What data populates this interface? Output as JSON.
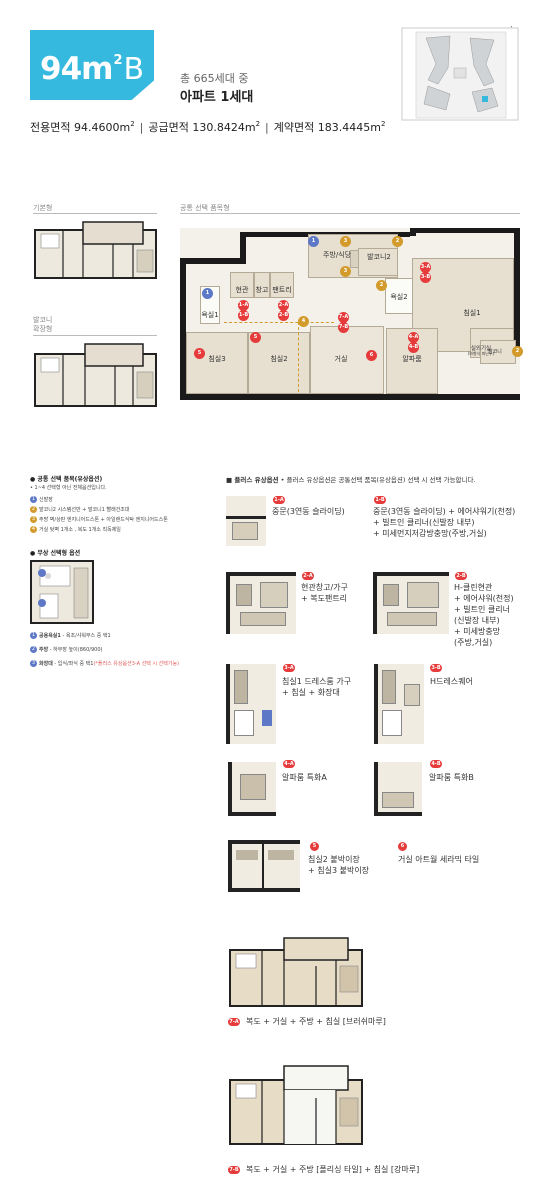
{
  "header": {
    "size_number": "94m",
    "size_sup": "2",
    "size_type": "B",
    "total_units": "총 665세대 중",
    "unit_count": "아파트 1세대",
    "areas": {
      "exclusive_label": "전용면적",
      "exclusive_value": "94.4600m",
      "supply_label": "공급면적",
      "supply_value": "130.8424m",
      "contract_label": "계약면적",
      "contract_value": "183.4445m",
      "unit_sup": "2"
    },
    "menu_icon": "i"
  },
  "sections": {
    "basic": "기본형",
    "balcony_expanded_line1": "발코니",
    "balcony_expanded_line2": "확장형",
    "common_selection": "공통 선택 품목형"
  },
  "plan": {
    "rooms": {
      "entrance": "현관",
      "storage": "창고",
      "pantry": "팬트리",
      "bath": "욕실1",
      "kitchen": "주방/식당",
      "balcony2": "발코니2",
      "bath2": "욕실2",
      "bedroom1": "침실1",
      "dress_room": "실외기실",
      "dress_room_sub": "(하향식 피난구)",
      "balcony": "발코니",
      "bedroom3": "침실3",
      "bedroom2": "침실2",
      "living": "거실",
      "alpha": "알파룸"
    },
    "markers": {
      "m1": "1",
      "m2": "2",
      "m3": "3",
      "m4": "4",
      "m1a": "1-A",
      "m1b": "1-B",
      "m2a": "2-A",
      "m2b": "2-B",
      "m3a": "3-A",
      "m3b": "3-B",
      "m4a": "4-A",
      "m4b": "4-B",
      "m5": "5",
      "m6": "6",
      "m7a": "7-A",
      "m7b": "7-B"
    }
  },
  "legend_common": {
    "title": "● 공통 선택 품목(유상옵션)",
    "note": "• 1~4 선택형 아닌 전체옵션입니다.",
    "items": [
      {
        "num": "1",
        "text": "신발장"
      },
      {
        "num": "2",
        "text": "발코니2 시스템선반 + 발코니1 빨래건조대"
      },
      {
        "num": "3",
        "text": "주방 벽/상판 엔지니어드스톤 + 아일랜드식탁 엔지니어드스톤"
      },
      {
        "num": "4",
        "text": "거실 텃벽 1개소 , 복도 1개소 직독제일"
      }
    ],
    "colors": {
      "blue": "#5c78c6",
      "gold": "#d39b2c",
      "grey": "#7a8fa0"
    }
  },
  "legend_free": {
    "title": "● 무상 선택형 옵션",
    "items": [
      {
        "num": "1",
        "label": "공용욕실1",
        "text": " - 욕조/샤워부스 중 택1"
      },
      {
        "num": "2",
        "label": "주방",
        "text": " - 하부장 높이(860/900)"
      },
      {
        "num": "3",
        "label": "화장대",
        "text": " - 입식/좌식 중 택1",
        "note": "(*플러스 유상옵션3-A 선택 시 선택가능)"
      }
    ]
  },
  "plus_options": {
    "title": "■ 플러스 유상옵션",
    "subtitle": "• 플러스 유상옵션은 공통선택 품목(유상옵션) 선택 시 선택 가능합니다.",
    "items": [
      {
        "badge": "1-A",
        "lines": [
          "중문(3연동 슬라이딩)"
        ]
      },
      {
        "badge": "1-B",
        "lines": [
          "중문(3연동 슬라이딩) + 에어샤워기(천정)",
          "+ 빌트인 클리너(신발장 내부)",
          "+ 미세먼지저감방충망(주방,거실)"
        ]
      },
      {
        "badge": "2-A",
        "lines": [
          "현관창고/가구",
          "+ 복도팬트리"
        ]
      },
      {
        "badge": "2-B",
        "lines": [
          "H-클린현관",
          "+ 에어샤워(천정)",
          "+ 빌트인 클리너",
          "(신발장 내부)",
          "+ 미세방충망",
          "(주방,거실)"
        ]
      },
      {
        "badge": "3-A",
        "lines": [
          "침실1 드레스룸 가구",
          "+ 침실 + 화장대"
        ]
      },
      {
        "badge": "3-B",
        "lines": [
          "H드레스퀘어"
        ]
      },
      {
        "badge": "4-A",
        "lines": [
          "알파룸 특화A"
        ]
      },
      {
        "badge": "4-B",
        "lines": [
          "알파룸 특화B"
        ]
      },
      {
        "badge": "5",
        "lines": [
          "침실2 붙박이장",
          "+ 침실3 붙박이장"
        ]
      },
      {
        "badge": "6",
        "lines": [
          "거실 아트월 세라믹 타일"
        ]
      },
      {
        "badge": "7-A",
        "lines": [
          "복도 + 거실 + 주방 + 침실 [브러쉬마루]"
        ]
      },
      {
        "badge": "7-B",
        "lines": [
          "복도 + 거실 + 주방 [폴리싱 타일] + 침실 [강마루]"
        ]
      }
    ]
  },
  "colors": {
    "accent": "#35b9df",
    "marker_red": "#e53b3b"
  }
}
